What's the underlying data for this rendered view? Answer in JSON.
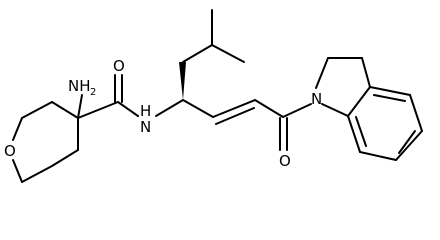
{
  "molecule": {
    "atoms": {
      "amine_nh2": "NH",
      "amine_nh2_subscript": "2",
      "ring_oxygen": "O",
      "amide_oxygen": "O",
      "amide_nitrogen_h": "H",
      "amide_nitrogen": "N",
      "ketone_oxygen": "O",
      "indoline_nitrogen": "N"
    }
  }
}
